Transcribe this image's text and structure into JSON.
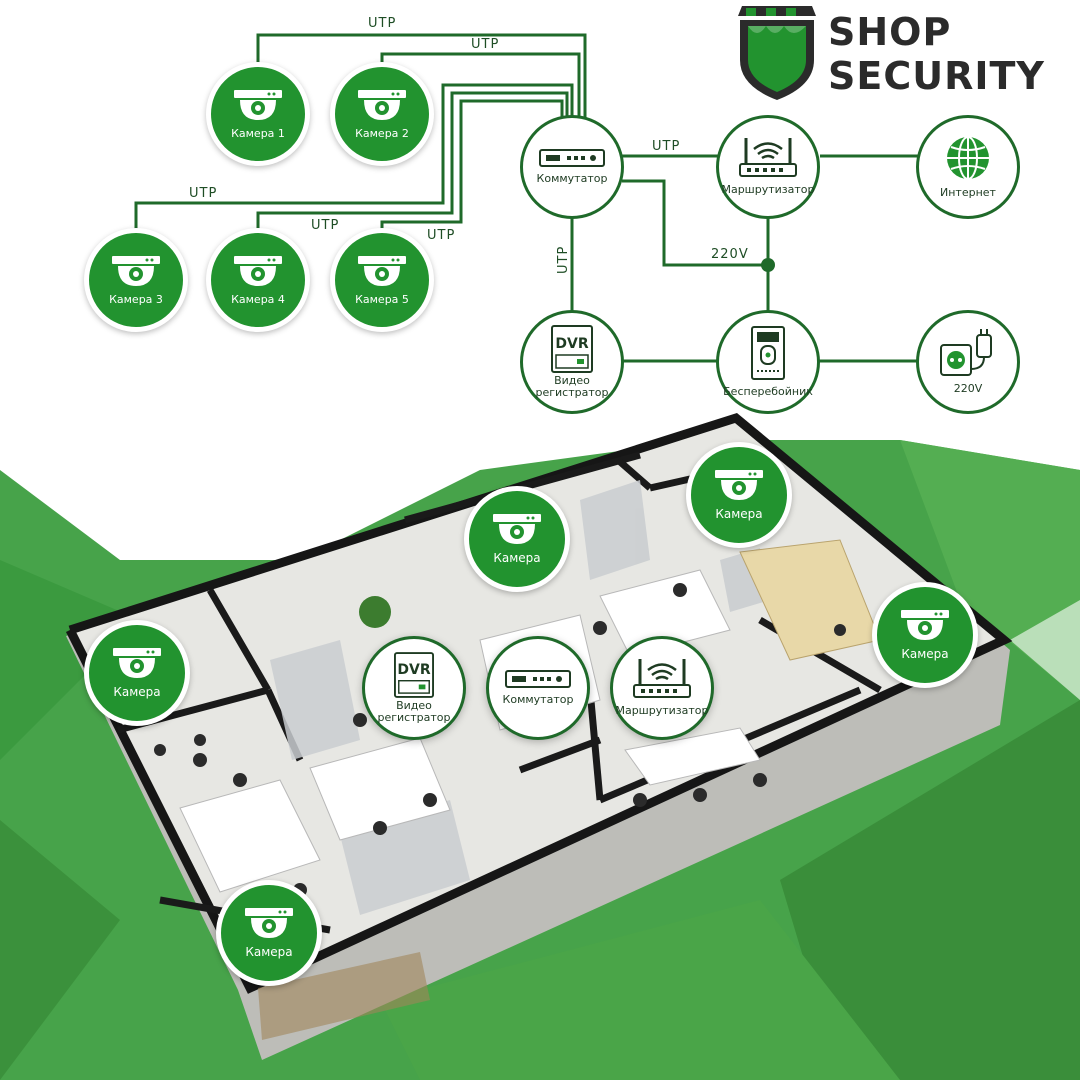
{
  "brand": {
    "line1": "SHOP",
    "line2": "SECURITY"
  },
  "cable_labels": {
    "utp": "UTP",
    "power": "220V"
  },
  "network": {
    "cameras": [
      "Камера 1",
      "Камера 2",
      "Камера 3",
      "Камера 4",
      "Камера 5"
    ],
    "switch": "Коммутатор",
    "router": "Маршрутизатор",
    "internet": "Интернет",
    "dvr_lines": [
      "Видео",
      "регистратор"
    ],
    "dvr_badge": "DVR",
    "ups": "Бесперебойник",
    "socket": "220V"
  },
  "floorplan": {
    "camera_label": "Камера",
    "dvr_lines": [
      "Видео",
      "регистратор"
    ],
    "dvr_badge": "DVR",
    "switch": "Коммутатор",
    "router": "Маршрутизатор"
  },
  "colors": {
    "brand_green": "#22932f",
    "wire_green": "#1f6a2a",
    "bg_green": "#3f9a3f"
  }
}
